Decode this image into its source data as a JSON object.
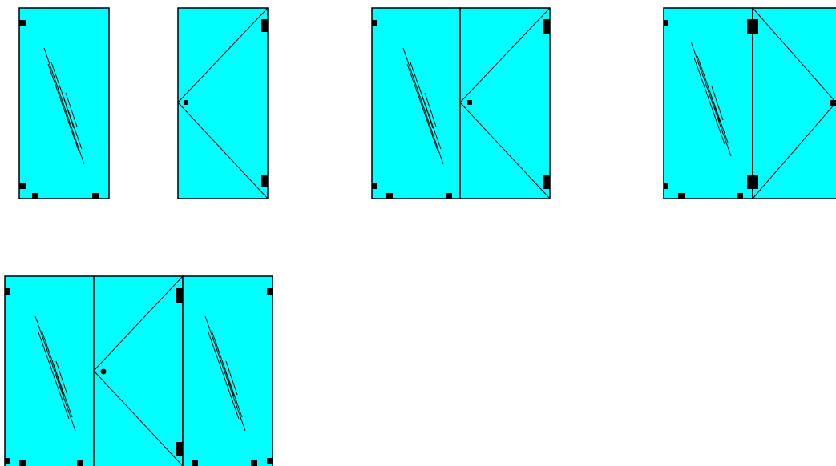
{
  "colors": {
    "glass": "#00ffff",
    "outline": "#000000",
    "background": "#ffffff"
  },
  "window_configurations": [
    {
      "panels": [
        "fixed"
      ]
    },
    {
      "panels": [
        "casement-left-hinged"
      ]
    },
    {
      "panels": [
        "fixed",
        "casement-left-hinged"
      ]
    },
    {
      "panels": [
        "fixed",
        "casement-right-hinged"
      ]
    },
    {
      "panels": [
        "fixed",
        "casement-left-hinged",
        "fixed"
      ]
    }
  ]
}
